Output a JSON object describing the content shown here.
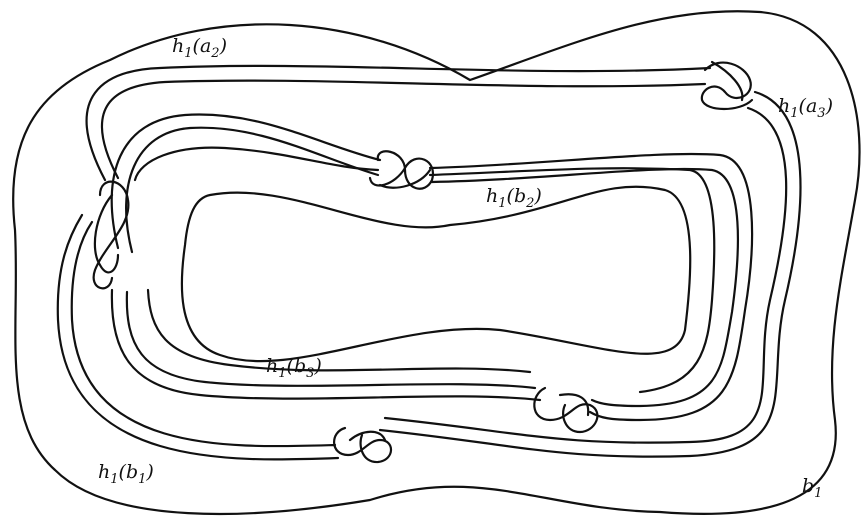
{
  "figure": {
    "labels": {
      "a2": {
        "fn": "h",
        "fn_sub": "1",
        "arg": "a",
        "arg_sub": "2"
      },
      "a3": {
        "fn": "h",
        "fn_sub": "1",
        "arg": "a",
        "arg_sub": "3"
      },
      "b2": {
        "fn": "h",
        "fn_sub": "1",
        "arg": "b",
        "arg_sub": "2"
      },
      "b3": {
        "fn": "h",
        "fn_sub": "1",
        "arg": "b",
        "arg_sub": "3"
      },
      "b1_image": {
        "fn": "h",
        "fn_sub": "1",
        "arg": "b",
        "arg_sub": "1"
      },
      "b1": {
        "name": "b",
        "sub": "1"
      }
    },
    "colors": {
      "ink": "#111111",
      "paper": "#ffffff"
    }
  }
}
